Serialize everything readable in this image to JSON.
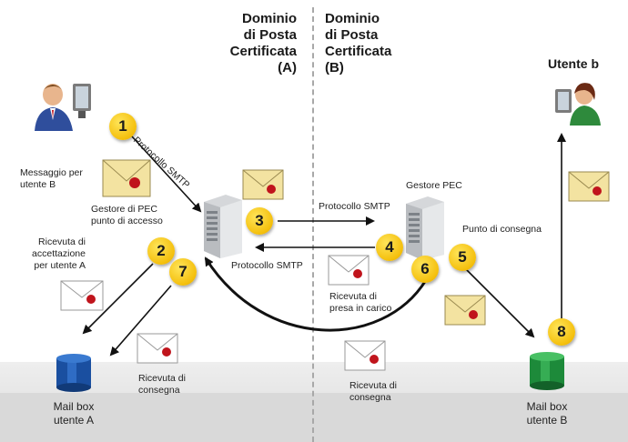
{
  "domains": {
    "left": {
      "line1": "Dominio",
      "line2": "di Posta",
      "line3": "Certificata",
      "line4": "(A)"
    },
    "right": {
      "line1": "Dominio",
      "line2": "di Posta",
      "line3": "Certificata",
      "line4": "(B)"
    }
  },
  "actors": {
    "user_b": "Utente b",
    "mailbox_a": {
      "line1": "Mail box",
      "line2": "utente A"
    },
    "mailbox_b": {
      "line1": "Mail box",
      "line2": "utente B"
    }
  },
  "labels": {
    "message_for_b": {
      "line1": "Messaggio per",
      "line2": "utente B"
    },
    "smtp_rotated": "Protocollo SMTP",
    "pec_access": {
      "line1": "Gestore di PEC",
      "line2": "punto di accesso"
    },
    "acceptance_receipt": {
      "line1": "Ricevuta di",
      "line2": "accettazione",
      "line3": "per utente A"
    },
    "smtp_right": "Protocollo SMTP",
    "smtp_left": "Protocollo SMTP",
    "pec_manager": "Gestore PEC",
    "delivery_point": "Punto di consegna",
    "takeover_receipt": {
      "line1": "Ricevuta di",
      "line2": "presa in carico"
    },
    "delivery_receipt_left": {
      "line1": "Ricevuta di",
      "line2": "consegna"
    },
    "delivery_receipt_right": {
      "line1": "Ricevuta di",
      "line2": "consegna"
    }
  },
  "steps": [
    "1",
    "2",
    "3",
    "4",
    "5",
    "6",
    "7",
    "8"
  ],
  "colors": {
    "badge": "#f4bf0c",
    "arrow": "#111111",
    "mailbox_a": "#1a4fa0",
    "mailbox_b": "#1d8a3a",
    "seal": "#c0141c"
  }
}
